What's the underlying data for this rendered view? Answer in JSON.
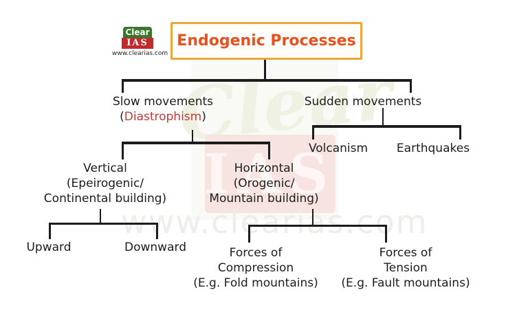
{
  "branding": {
    "logo_top": "Clear",
    "logo_bottom": "IAS",
    "logo_url": "www.clearias.com"
  },
  "title": {
    "text": "Endogenic Processes"
  },
  "tree": {
    "slow": {
      "label": "Slow movements",
      "paren_open": "(",
      "term": "Diastrophism",
      "paren_close": ")"
    },
    "sudden": {
      "label": "Sudden movements"
    },
    "volcanism": "Volcanism",
    "earthquakes": "Earthquakes",
    "vertical": {
      "line1": "Vertical",
      "line2": "(Epeirogenic/",
      "line3": "Continental building)"
    },
    "horizontal": {
      "line1": "Horizontal",
      "line2": "(Orogenic/",
      "line3": "Mountain building)"
    },
    "upward": "Upward",
    "downward": "Downward",
    "compression": {
      "line1": "Forces of",
      "line2": "Compression",
      "line3": "(E.g. Fold mountains)"
    },
    "tension": {
      "line1": "Forces of",
      "line2": "Tension",
      "line3": "(E.g. Fault mountains)"
    }
  },
  "watermark": {
    "script": "Clear",
    "block": "IAS",
    "url": "www.clearias.com"
  },
  "colors": {
    "accent_border": "#eda439",
    "accent_text": "#e5521f",
    "term_red": "#c13a38",
    "line": "#1c1c1c",
    "logo_green": "#38782c",
    "logo_red": "#c22a2d"
  }
}
